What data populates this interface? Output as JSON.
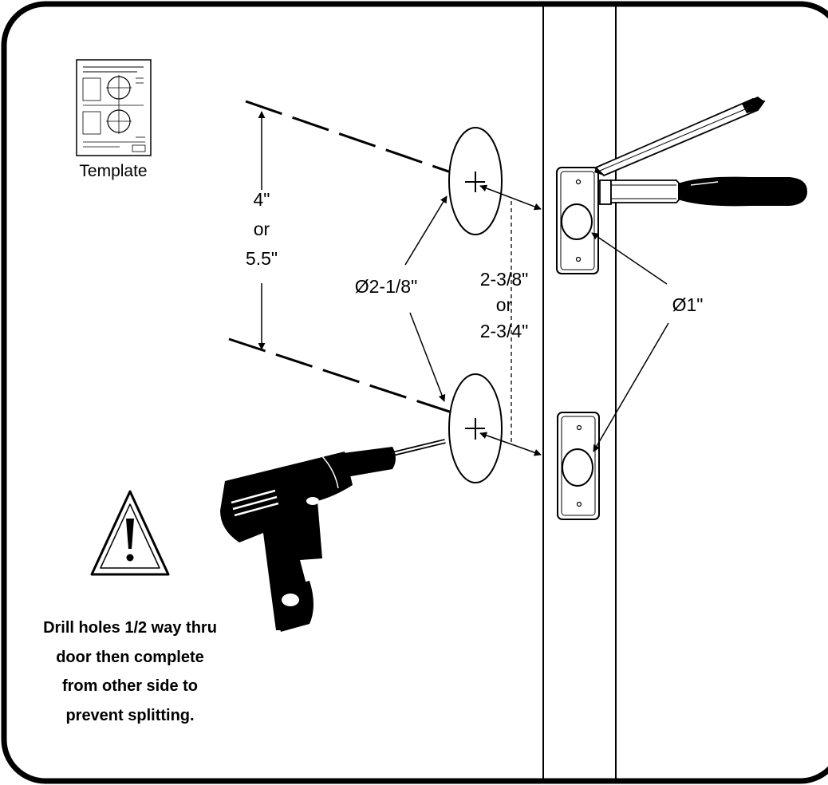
{
  "template": {
    "label": "Template",
    "icon": "template-sheet-icon"
  },
  "spacing": {
    "line1": "4\"",
    "line2": "or",
    "line3": "5.5\""
  },
  "bore_diameter": {
    "label": "Ø2-1/8\""
  },
  "backset": {
    "line1": "2-3/8\"",
    "line2": "or",
    "line3": "2-3/4\""
  },
  "edge_bore": {
    "label": "Ø1\""
  },
  "warning": {
    "icon": "warning-triangle-icon",
    "line1": "Drill holes 1/2 way thru",
    "line2": "door then complete",
    "line3": "from other side to",
    "line4": "prevent splitting."
  },
  "icons": [
    "drill-icon",
    "pencil-icon",
    "chisel-icon",
    "strike-plate-icon"
  ],
  "colors": {
    "line": "#000000",
    "background": "#ffffff"
  }
}
